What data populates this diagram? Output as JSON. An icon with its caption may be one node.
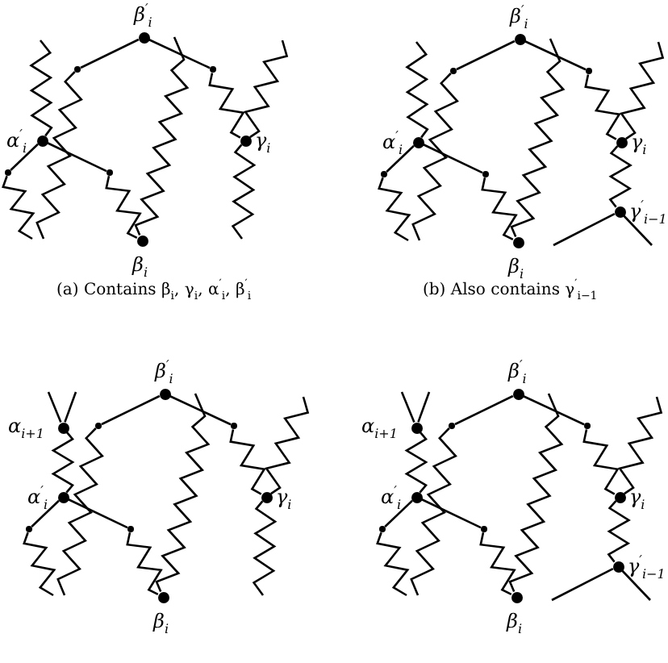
{
  "diagram": {
    "nodes": [
      {
        "text": [],
        "shape": "circle",
        "beside": [
          "β$^{′}$$_{i}$"
        ]
      },
      {
        "text": [],
        "shape": "circle"
      },
      {
        "text": [],
        "shape": "circle"
      },
      {
        "text": [],
        "shape": "circle",
        "beside": [
          "α$^{′}$$_{i}$"
        ]
      },
      {
        "text": [],
        "shape": "circle",
        "beside": [
          "γ$_{i}$"
        ]
      },
      {
        "text": [],
        "shape": "circle"
      },
      {
        "text": [],
        "shape": "circle"
      },
      {
        "text": [],
        "shape": "circle",
        "beside": [
          "β$_{i}$"
        ]
      },
      {
        "text": [],
        "shape": "circle",
        "beside": [
          "β$^{′}$$_{i}$"
        ]
      },
      {
        "text": [],
        "shape": "circle"
      },
      {
        "text": [],
        "shape": "circle"
      },
      {
        "text": [],
        "shape": "circle",
        "beside": [
          "α$^{′}$$_{i}$"
        ]
      },
      {
        "text": [],
        "shape": "circle",
        "beside": [
          "γ$_{i}$"
        ]
      },
      {
        "text": [],
        "shape": "circle"
      },
      {
        "text": [],
        "shape": "circle"
      },
      {
        "text": [],
        "shape": "circle",
        "beside": [
          "γ$^{′}$$_{i−1}$"
        ]
      },
      {
        "text": [],
        "shape": "circle",
        "beside": [
          "β$_{i}$"
        ]
      },
      {
        "text": [],
        "shape": "circle",
        "beside": [
          "β$^{′}$$_{i}$"
        ]
      },
      {
        "text": [],
        "shape": "circle",
        "beside": [
          "α$_{i+1}$"
        ]
      },
      {
        "text": [],
        "shape": "circle"
      },
      {
        "text": [],
        "shape": "circle"
      },
      {
        "text": [],
        "shape": "circle",
        "beside": [
          "α$^{′}$$_{i}$"
        ]
      },
      {
        "text": [],
        "shape": "circle",
        "beside": [
          "γ$_{i}$"
        ]
      },
      {
        "text": [],
        "shape": "circle"
      },
      {
        "text": [],
        "shape": "circle"
      },
      {
        "text": [],
        "shape": "circle",
        "beside": [
          "β$_{i}$"
        ]
      },
      {
        "text": [],
        "shape": "circle",
        "beside": [
          "β$^{′}$$_{i}$"
        ]
      },
      {
        "text": [],
        "shape": "circle",
        "beside": [
          "α$_{i+1}$"
        ]
      },
      {
        "text": [],
        "shape": "circle"
      },
      {
        "text": [],
        "shape": "circle"
      },
      {
        "text": [],
        "shape": "circle",
        "beside": [
          "α$^{′}$$_{i}$"
        ]
      },
      {
        "text": [],
        "shape": "circle",
        "beside": [
          "γ$_{i}$"
        ]
      },
      {
        "text": [],
        "shape": "circle"
      },
      {
        "text": [],
        "shape": "circle"
      },
      {
        "text": [],
        "shape": "circle",
        "beside": [
          "γ$^{′}$$_{i−1}$"
        ]
      },
      {
        "text": [],
        "shape": "circle",
        "beside": [
          "β$_{i}$"
        ]
      }
    ],
    "edges": [
      {
        "from": 0,
        "to": 1,
        "arrow": "none"
      },
      {
        "from": 1,
        "to": null,
        "arrow": "none"
      },
      {
        "from": 0,
        "to": 2,
        "arrow": "none"
      },
      {
        "from": null,
        "to": 7,
        "arrow": "none"
      },
      {
        "from": 2,
        "to": 4,
        "arrow": "none"
      },
      {
        "from": 4,
        "to": null,
        "arrow": "none"
      },
      {
        "from": 4,
        "to": null,
        "arrow": "none"
      },
      {
        "from": 3,
        "to": null,
        "arrow": "none"
      },
      {
        "from": 3,
        "to": 5,
        "arrow": "none"
      },
      {
        "from": 5,
        "to": null,
        "arrow": "none"
      },
      {
        "from": 3,
        "to": 6,
        "arrow": "none"
      },
      {
        "from": 6,
        "to": 7,
        "arrow": "none"
      },
      {
        "from": 8,
        "to": 9,
        "arrow": "none"
      },
      {
        "from": 9,
        "to": null,
        "arrow": "none"
      },
      {
        "from": 8,
        "to": 10,
        "arrow": "none"
      },
      {
        "from": null,
        "to": 16,
        "arrow": "none"
      },
      {
        "from": 10,
        "to": 12,
        "arrow": "none"
      },
      {
        "from": 12,
        "to": null,
        "arrow": "none"
      },
      {
        "from": 12,
        "to": 15,
        "arrow": "none"
      },
      {
        "from": 15,
        "to": null,
        "arrow": "none"
      },
      {
        "from": 15,
        "to": null,
        "arrow": "none"
      },
      {
        "from": 11,
        "to": null,
        "arrow": "none"
      },
      {
        "from": 11,
        "to": 13,
        "arrow": "none"
      },
      {
        "from": 13,
        "to": null,
        "arrow": "none"
      },
      {
        "from": 11,
        "to": 14,
        "arrow": "none"
      },
      {
        "from": 14,
        "to": 16,
        "arrow": "none"
      },
      {
        "from": 17,
        "to": 19,
        "arrow": "none"
      },
      {
        "from": 19,
        "to": null,
        "arrow": "none"
      },
      {
        "from": 17,
        "to": 20,
        "arrow": "none"
      },
      {
        "from": null,
        "to": 25,
        "arrow": "none"
      },
      {
        "from": 20,
        "to": 22,
        "arrow": "none"
      },
      {
        "from": 22,
        "to": null,
        "arrow": "none"
      },
      {
        "from": 22,
        "to": null,
        "arrow": "none"
      },
      {
        "from": 21,
        "to": 18,
        "arrow": "none"
      },
      {
        "from": 18,
        "to": null,
        "arrow": "none"
      },
      {
        "from": 18,
        "to": null,
        "arrow": "none"
      },
      {
        "from": 21,
        "to": 23,
        "arrow": "none"
      },
      {
        "from": 23,
        "to": null,
        "arrow": "none"
      },
      {
        "from": 21,
        "to": 24,
        "arrow": "none"
      },
      {
        "from": 24,
        "to": 25,
        "arrow": "none"
      },
      {
        "from": 26,
        "to": 28,
        "arrow": "none"
      },
      {
        "from": 28,
        "to": null,
        "arrow": "none"
      },
      {
        "from": 26,
        "to": 29,
        "arrow": "none"
      },
      {
        "from": null,
        "to": 35,
        "arrow": "none"
      },
      {
        "from": 29,
        "to": 31,
        "arrow": "none"
      },
      {
        "from": 31,
        "to": null,
        "arrow": "none"
      },
      {
        "from": 31,
        "to": 34,
        "arrow": "none"
      },
      {
        "from": 34,
        "to": null,
        "arrow": "none"
      },
      {
        "from": 34,
        "to": null,
        "arrow": "none"
      },
      {
        "from": 30,
        "to": 27,
        "arrow": "none"
      },
      {
        "from": 27,
        "to": null,
        "arrow": "none"
      },
      {
        "from": 27,
        "to": null,
        "arrow": "none"
      },
      {
        "from": 30,
        "to": 32,
        "arrow": "none"
      },
      {
        "from": 32,
        "to": null,
        "arrow": "none"
      },
      {
        "from": 30,
        "to": 33,
        "arrow": "none"
      },
      {
        "from": 33,
        "to": 35,
        "arrow": "none"
      }
    ],
    "labels": [
      "(a) Contains β$_{i}$, γ$_{i}$, α$^{′}$$_{i}$, β$^{′}$$_{i}$",
      "(b) Also contains γ$^{′}$$_{i−1}$"
    ]
  }
}
